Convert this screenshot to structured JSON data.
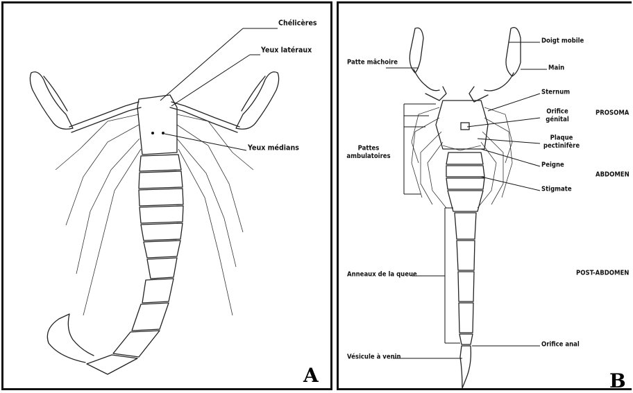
{
  "panel_a": {
    "letter": "A",
    "labels": {
      "chelicera": "Chélicères",
      "lateral_eyes": "Yeux latéraux",
      "median_eyes": "Yeux médians"
    }
  },
  "panel_b": {
    "letter": "B",
    "labels": {
      "movable_finger": "Doigt mobile",
      "hand": "Main",
      "pedipalp": "Patte mâchoire",
      "sternum": "Sternum",
      "genital_orifice": "Orifice génital",
      "pectinal_plate": "Plaque pectinifère",
      "comb": "Peigne",
      "stigma": "Stigmate",
      "walking_legs": "Pattes ambulatoires",
      "tail_rings": "Anneaux de la queue",
      "anal_orifice": "Orifice anal",
      "venom_vesicle": "Vésicule à venin"
    },
    "regions": {
      "prosoma": "PROSOMA",
      "abdomen": "ABDOMEN",
      "post_abdomen": "POST-ABDOMEN"
    }
  }
}
